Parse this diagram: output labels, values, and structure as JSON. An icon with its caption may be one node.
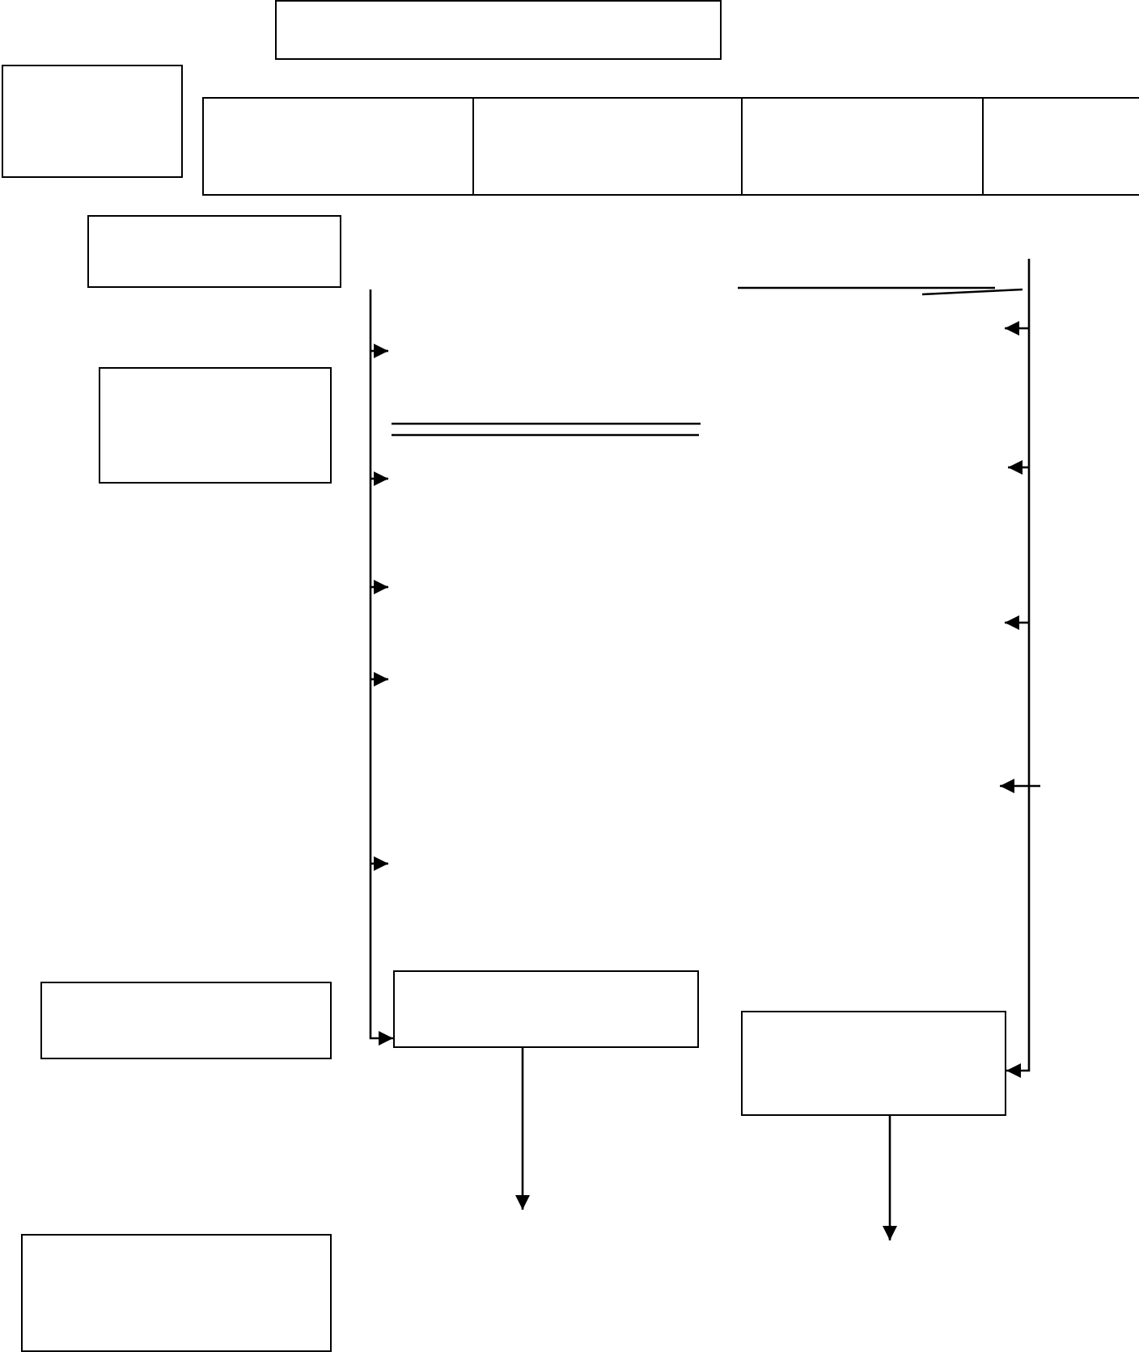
{
  "diagram": {
    "nodes": [
      {
        "text": [],
        "shape": "box"
      },
      {
        "text": [],
        "shape": "box"
      },
      {
        "text": [],
        "shape": "box"
      },
      {
        "text": [],
        "shape": "box"
      },
      {
        "text": [],
        "shape": "box"
      },
      {
        "text": [],
        "shape": "box"
      },
      {
        "text": [],
        "shape": "box"
      },
      {
        "text": [],
        "shape": "box"
      },
      {
        "text": [],
        "shape": "box"
      },
      {
        "text": [],
        "shape": "box"
      },
      {
        "text": [],
        "shape": "box"
      },
      {
        "text": [],
        "shape": "box"
      }
    ],
    "edges": [
      {
        "from": null,
        "to": 9,
        "arrow": "to"
      },
      {
        "from": null,
        "to": 10,
        "arrow": "to"
      },
      {
        "from": 9,
        "to": null,
        "arrow": "to"
      },
      {
        "from": 10,
        "to": null,
        "arrow": "to"
      }
    ]
  }
}
